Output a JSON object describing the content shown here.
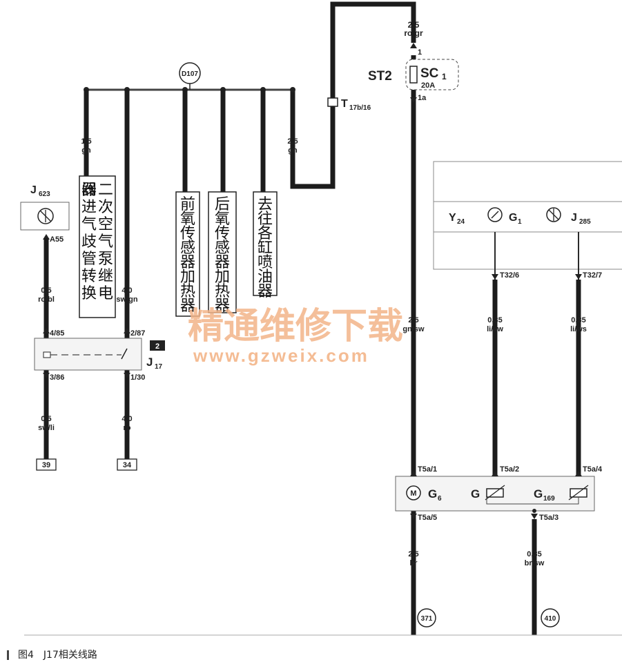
{
  "top_feed": {
    "wire_size": "2,5",
    "wire_color": "ro/gr",
    "pin_in": "1",
    "pin_out": "1a"
  },
  "fuse": {
    "location": "ST2",
    "name": "SC",
    "sub": "1",
    "rating": "20A"
  },
  "connector_t17": {
    "name": "T",
    "sub": "17b/16"
  },
  "splice": {
    "label": "D107"
  },
  "wires": {
    "branch1": {
      "size": "1,5",
      "color": "gn"
    },
    "branch_right": {
      "size": "2,5",
      "color": "gn"
    },
    "j17_in": {
      "size": "4,0",
      "color": "sw/gn"
    },
    "j17_out": {
      "size": "4,0",
      "color": "ro"
    },
    "j623_in": {
      "size": "0,5",
      "color": "ro/bl"
    },
    "j623_out": {
      "size": "0,5",
      "color": "sw/li"
    },
    "g6_feed": {
      "size": "2,5",
      "color": "gn/sw"
    },
    "g_signal": {
      "size": "0,35",
      "color": "li/sw"
    },
    "g169_signal": {
      "size": "0,35",
      "color": "li/ws"
    },
    "g6_gnd": {
      "size": "2,5",
      "color": "br"
    },
    "g169_gnd": {
      "size": "0,35",
      "color": "br/sw"
    }
  },
  "labels": {
    "secondary_air": "二次空气泵继电器进气歧管转换阀",
    "front_o2": "前氧传感器加热器",
    "rear_o2": "后氧传感器加热器",
    "injectors": "去往各缸喷油器"
  },
  "j623": {
    "name": "J",
    "sub": "623",
    "pin": "A55"
  },
  "j17": {
    "name": "J",
    "sub": "17",
    "badge": "2",
    "pin1": "4/85",
    "pin2": "2/87",
    "pin3": "3/86",
    "pin4": "1/30"
  },
  "terminals": {
    "t39": "39",
    "t34": "34"
  },
  "cluster": {
    "y24": "Y",
    "y24_sub": "24",
    "g1": "G",
    "g1_sub": "1",
    "j285": "J",
    "j285_sub": "285",
    "pin_g": "T32/6",
    "pin_g169": "T32/7"
  },
  "sender": {
    "g6": "G",
    "g6_sub": "6",
    "g": "G",
    "g169": "G",
    "g169_sub": "169",
    "motor": "M",
    "pin1": "T5a/1",
    "pin2": "T5a/2",
    "pin3": "T5a/3",
    "pin4": "T5a/4",
    "pin5": "T5a/5"
  },
  "grounds": {
    "g371": "371",
    "g410": "410"
  },
  "watermark": {
    "cn": "精通维修下载",
    "url": "www.gzweix.com"
  },
  "caption": "图4　J17相关线路",
  "colors": {
    "wire": "#1c1c1c",
    "watermark": "#f3b589",
    "box_border": "#555555"
  }
}
